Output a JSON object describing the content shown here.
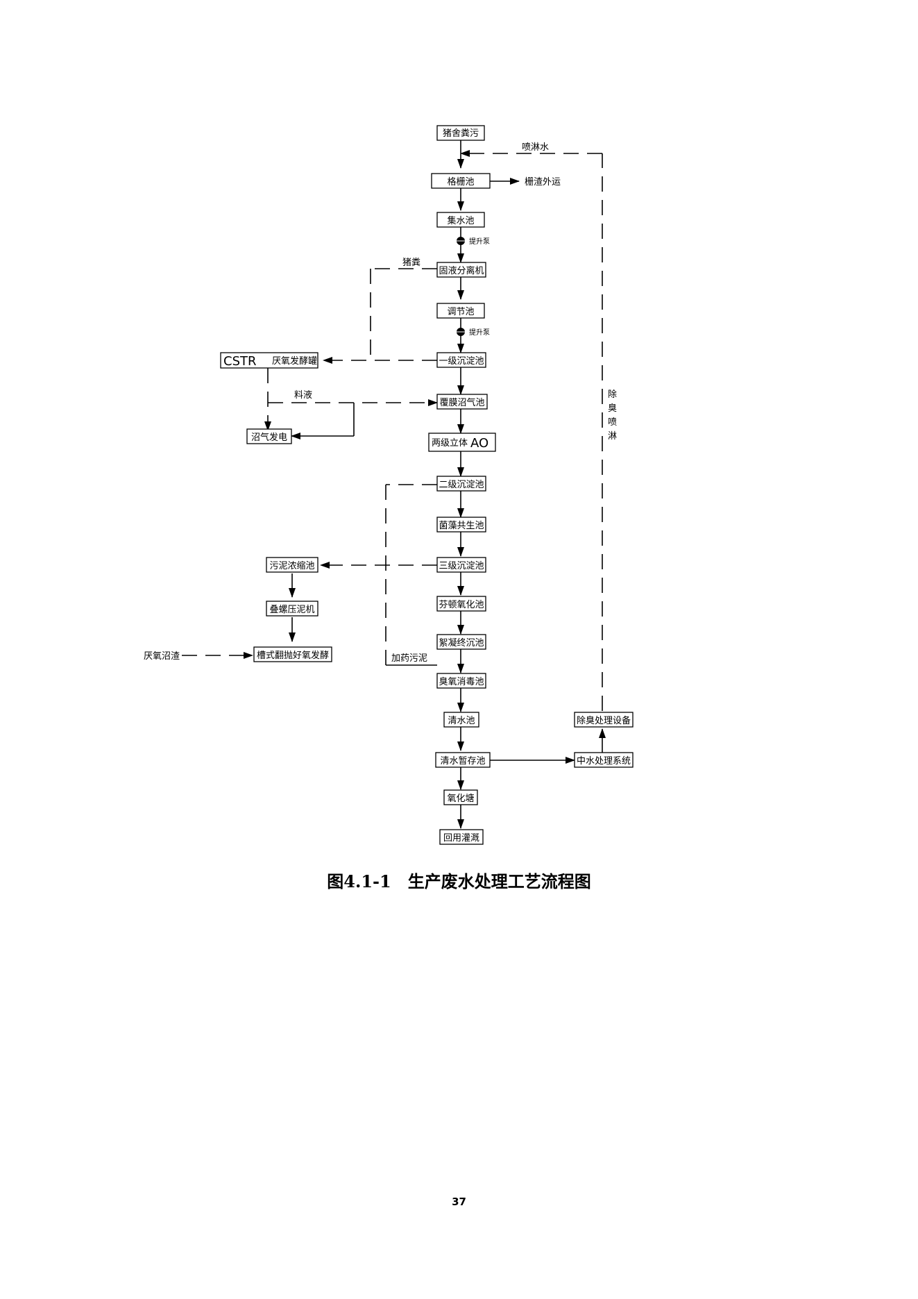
{
  "nodes": {
    "pig_house": "猪舍粪污",
    "grid_tank": "格栅池",
    "collect_tank": "集水池",
    "separator": "固液分离机",
    "adjust_tank": "调节池",
    "primary_settle": "一级沉淀池",
    "cstr": "CSTR",
    "cstr_suffix": "厌氧发酵罐",
    "biogas_pond": "覆膜沼气池",
    "power_gen": "沼气发电",
    "ao": "两级立体",
    "ao_suffix": "AO",
    "secondary_settle": "二级沉淀池",
    "algae_tank": "菌藻共生池",
    "third_settle": "三级沉淀池",
    "fenton": "芬顿氧化池",
    "floc_settle": "絮凝终沉池",
    "ozone": "臭氧消毒池",
    "clear_tank": "清水池",
    "clear_storage": "清水暂存池",
    "oxidation_pond": "氧化塘",
    "irrigation": "回用灌溉",
    "sludge_thicken": "污泥浓缩池",
    "screw_press": "叠螺压泥机",
    "aerobic_ferment": "槽式翻抛好氧发酵",
    "reclaimed_system": "中水处理系统",
    "deodor_equip": "除臭处理设备"
  },
  "labels": {
    "spray_water": "喷淋水",
    "screen_residue": "栅渣外运",
    "lift_pump_1": "提升泵",
    "lift_pump_2": "提升泵",
    "pig_manure": "猪粪",
    "feed_liquid": "料液",
    "dosing_sludge": "加药污泥",
    "anaerobic_residue": "厌氧沼渣",
    "deodor_spray": [
      "除",
      "臭",
      "喷",
      "淋"
    ]
  },
  "caption": {
    "number": "图4.1-1",
    "title": "生产废水处理工艺流程图"
  },
  "page_number": "37"
}
